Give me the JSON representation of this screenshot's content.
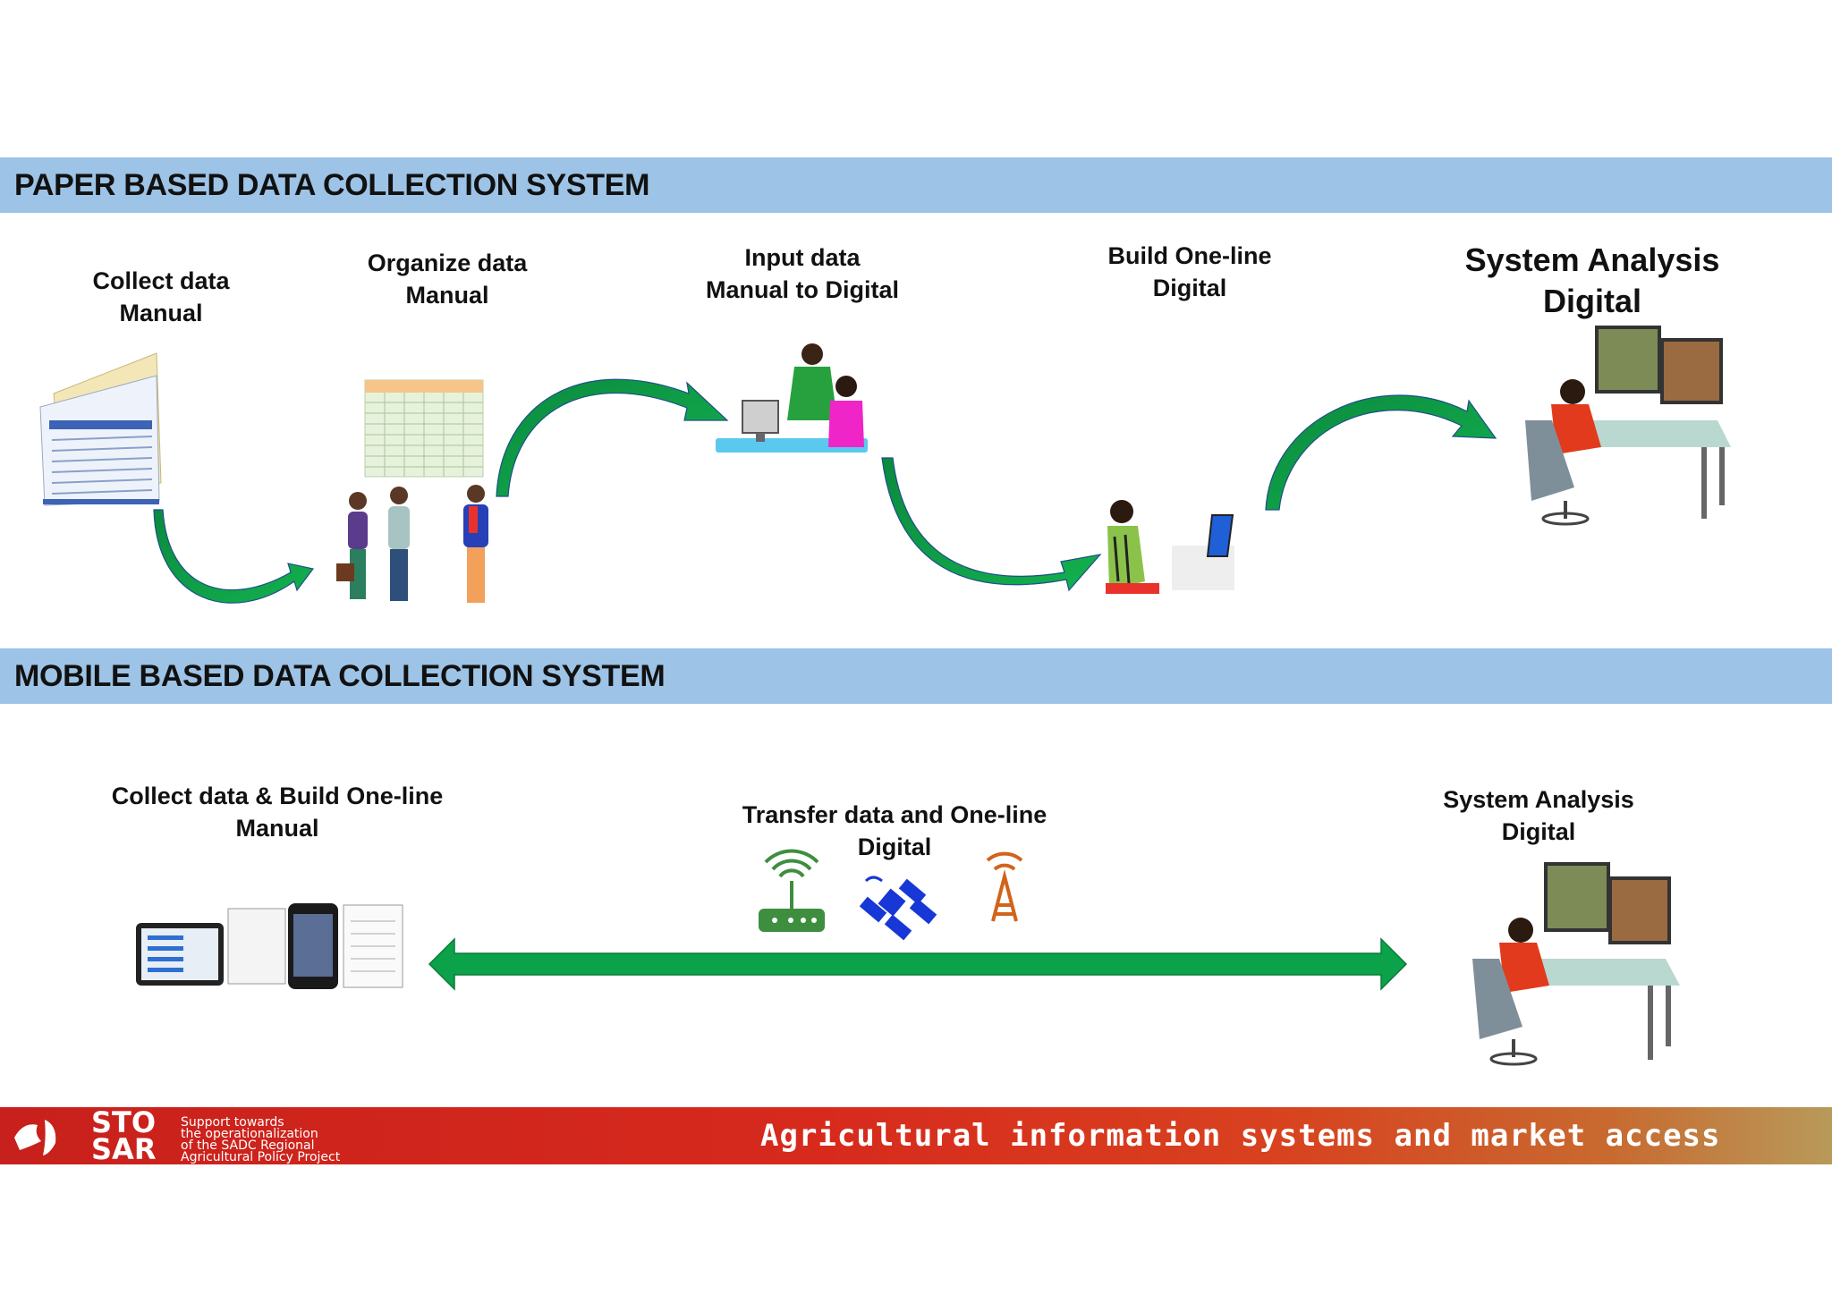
{
  "sections": {
    "paper_title": "PAPER BASED DATA COLLECTION SYSTEM",
    "mobile_title": "MOBILE BASED DATA COLLECTION SYSTEM"
  },
  "paper_steps": [
    {
      "line1": "Collect data",
      "line2": "Manual"
    },
    {
      "line1": "Organize data",
      "line2": "Manual"
    },
    {
      "line1": "Input data",
      "line2": "Manual to Digital"
    },
    {
      "line1": "Build One-line",
      "line2": "Digital"
    },
    {
      "line1": "System Analysis",
      "line2": "Digital"
    }
  ],
  "mobile_steps": [
    {
      "line1": "Collect data & Build One-line",
      "line2": "Manual"
    },
    {
      "line1": "Transfer data  and One-line",
      "line2": "Digital"
    },
    {
      "line1": "System Analysis",
      "line2": "Digital"
    }
  ],
  "icons": [
    "wifi-router-icon",
    "satellite-icon",
    "cell-tower-icon"
  ],
  "colors": {
    "band": "#9dc3e6",
    "arrow": "#0ba24a",
    "footer": "#c8201c"
  },
  "footer": {
    "logo_line1": "STO",
    "logo_line2": "SAR",
    "support_line1": "Support towards",
    "support_line2": "the operationalization",
    "support_line3": "of the SADC Regional",
    "support_line4": "Agricultural Policy Project",
    "tagline": "Agricultural information systems and market access"
  }
}
